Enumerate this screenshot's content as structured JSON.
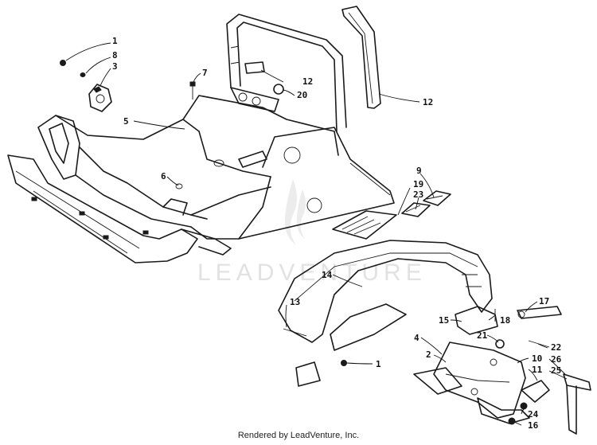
{
  "watermark": "LEADVENTURE",
  "footer": "Rendered by LeadVenture, Inc.",
  "callouts": {
    "c1_top": "1",
    "c8": "8",
    "c3": "3",
    "c7": "7",
    "c12_a": "12",
    "c20": "20",
    "c12_b": "12",
    "c5": "5",
    "c6": "6",
    "c9": "9",
    "c19": "19",
    "c23": "23",
    "c14": "14",
    "c13": "13",
    "c17": "17",
    "c15": "15",
    "c18": "18",
    "c21": "21",
    "c4": "4",
    "c22": "22",
    "c2": "2",
    "c10": "10",
    "c26": "26",
    "c11": "11",
    "c25": "25",
    "c1_bottom": "1",
    "c24": "24",
    "c16": "16"
  }
}
